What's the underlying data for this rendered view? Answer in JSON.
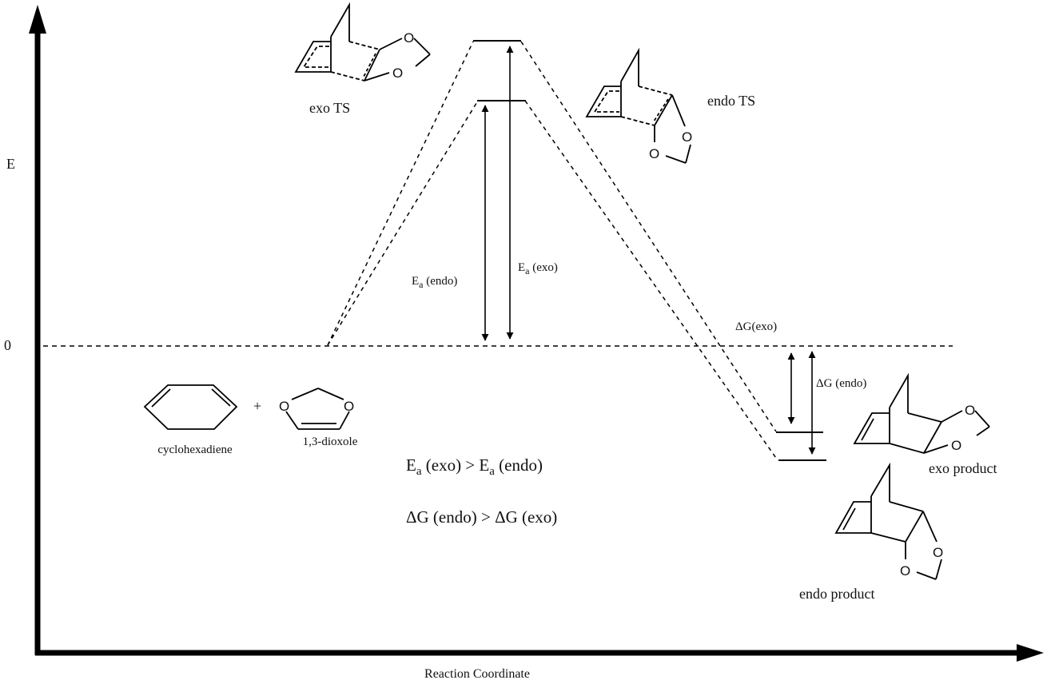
{
  "axes": {
    "y_label": "E",
    "x_label": "Reaction Coordinate",
    "zero_label": "0"
  },
  "energy_levels": {
    "reactants": 0,
    "exo_ts": 3.8,
    "endo_ts": 3.05,
    "exo_product": -1.07,
    "endo_product": -1.43,
    "units": "relative (unlabeled)"
  },
  "reactants": {
    "diene_label": "cyclohexadiene",
    "plus": "+",
    "dienophile_label": "1,3-dioxole",
    "oxygen_symbol": "O"
  },
  "transition_states": {
    "exo_label": "exo TS",
    "endo_label": "endo TS"
  },
  "products": {
    "exo_label": "exo product",
    "endo_label": "endo product"
  },
  "annotations": {
    "ea_endo_main": "E",
    "ea_endo_sub": "a",
    "ea_endo_tail": " (endo)",
    "ea_exo_main": "E",
    "ea_exo_sub": "a",
    "ea_exo_tail": " (exo)",
    "dg_exo": "ΔG(exo)",
    "dg_endo": "ΔG (endo)"
  },
  "relations": {
    "line1_a": "E",
    "line1_a_sub": "a",
    "line1_b": " (exo) > E",
    "line1_b_sub": "a",
    "line1_c": " (endo)",
    "line2": "ΔG (endo) > ΔG (exo)"
  }
}
